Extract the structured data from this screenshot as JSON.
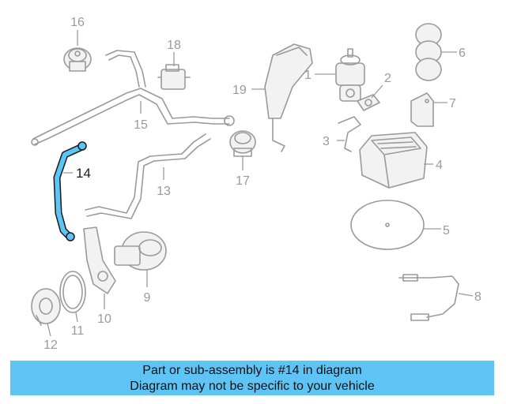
{
  "diagram": {
    "highlight_color": "#5ec4f5",
    "part_color": "#9a9a9a",
    "callouts": {
      "c1": "1",
      "c2": "2",
      "c3": "3",
      "c4": "4",
      "c5": "5",
      "c6": "6",
      "c7": "7",
      "c8": "8",
      "c9": "9",
      "c10": "10",
      "c11": "11",
      "c12": "12",
      "c13": "13",
      "c14": "14",
      "c15": "15",
      "c16": "16",
      "c17": "17",
      "c18": "18",
      "c19": "19"
    }
  },
  "banner": {
    "line1": "Part or sub-assembly is #14 in diagram",
    "line2": "Diagram may not be specific to your vehicle",
    "background": "#5ec4f5"
  }
}
